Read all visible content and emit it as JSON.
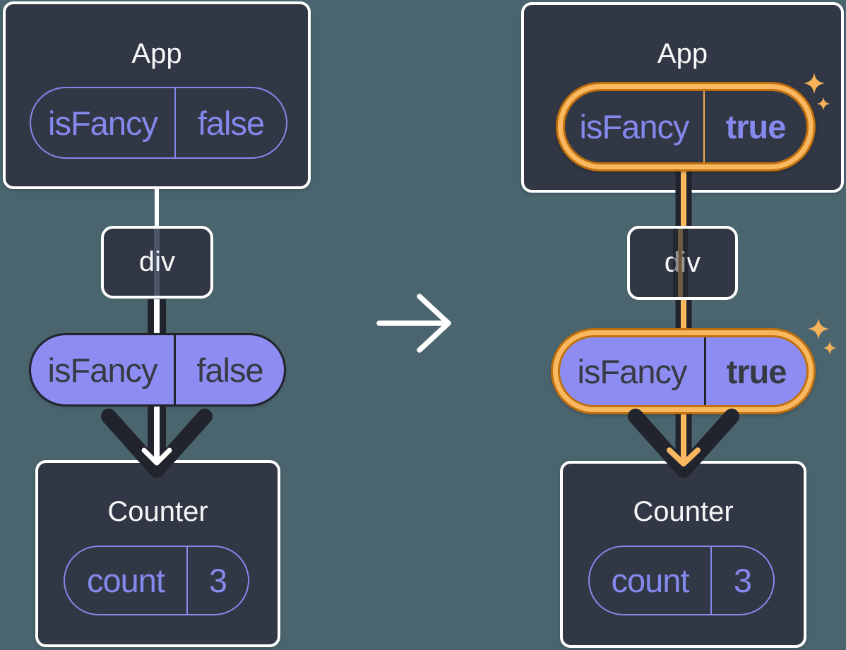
{
  "diagram": {
    "description": "React prop flow diagram: App passes isFancy prop through div to Counter, before (false) and after (true) state change",
    "before": {
      "app": {
        "title": "App",
        "prop_key": "isFancy",
        "prop_value": "false"
      },
      "div_label": "div",
      "passed_prop": {
        "key": "isFancy",
        "value": "false"
      },
      "counter": {
        "title": "Counter",
        "state_key": "count",
        "state_value": "3"
      }
    },
    "after": {
      "app": {
        "title": "App",
        "prop_key": "isFancy",
        "prop_value": "true"
      },
      "div_label": "div",
      "passed_prop": {
        "key": "isFancy",
        "value": "true"
      },
      "counter": {
        "title": "Counter",
        "state_key": "count",
        "state_value": "3"
      }
    }
  },
  "icons": {
    "transition_arrow": "right-arrow",
    "flow_arrow": "down-arrow",
    "highlight": "sparkle"
  },
  "colors": {
    "background": "#4b656f",
    "card": "#313744",
    "dark_line": "#21242c",
    "purple": "#8588ec",
    "purple_fill": "#8d8cf2",
    "dark_text": "#363a43",
    "orange": "#f9b860",
    "orange_dark": "#c1700e",
    "orange_divider": "#efa94f",
    "sparkle": "#f5b258",
    "white": "#ffffff",
    "title_text": "#f6f7f9"
  }
}
